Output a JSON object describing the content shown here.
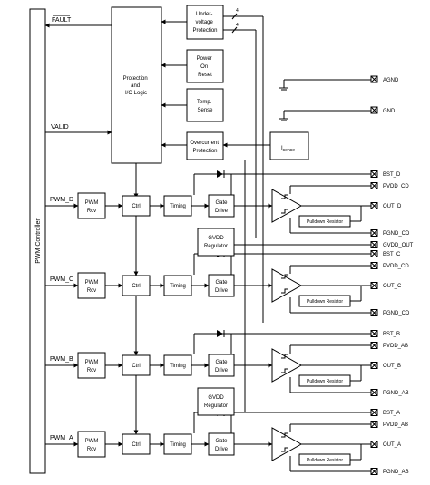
{
  "left_signals": {
    "fault": "FAULT",
    "valid": "VALID",
    "pwm_d": "PWM_D",
    "pwm_c": "PWM_C",
    "pwm_b": "PWM_B",
    "pwm_a": "PWM_A"
  },
  "blocks": {
    "pwm_controller": "PWM Controller",
    "protection": [
      "Protection",
      "and",
      "I/O Logic"
    ],
    "uvp": [
      "Under-",
      "voltage",
      "Protection"
    ],
    "por": [
      "Power",
      "On",
      "Reset"
    ],
    "temp": [
      "Temp.",
      "Sense"
    ],
    "ocp": [
      "Overcurrent",
      "Protection"
    ],
    "isense": "I",
    "isense_sub": "sense",
    "pwm_rcv": [
      "PWM",
      "Rcv"
    ],
    "ctrl": "Ctrl",
    "timing": "Timing",
    "gate_drive": [
      "Gate",
      "Drive"
    ],
    "gvdd_reg": [
      "GVDD",
      "Regulator"
    ],
    "pulldown": "Pulldown Resistor",
    "bus_width": "4"
  },
  "pins": {
    "agnd": "AGND",
    "gnd": "GND",
    "bst_d": "BST_D",
    "pvdd_cd_1": "PVDD_CD",
    "out_d": "OUT_D",
    "pgnd_cd_1": "PGND_CD",
    "gvdd_out": "GVDD_OUT",
    "bst_c": "BST_C",
    "pvdd_cd_2": "PVDD_CD",
    "out_c": "OUT_C",
    "pgnd_cd_2": "PGND_CD",
    "bst_b": "BST_B",
    "pvdd_ab_1": "PVDD_AB",
    "out_b": "OUT_B",
    "pgnd_ab_1": "PGND_AB",
    "bst_a": "BST_A",
    "pvdd_ab_2": "PVDD_AB",
    "out_a": "OUT_A",
    "pgnd_ab_2": "PGND_AB"
  }
}
